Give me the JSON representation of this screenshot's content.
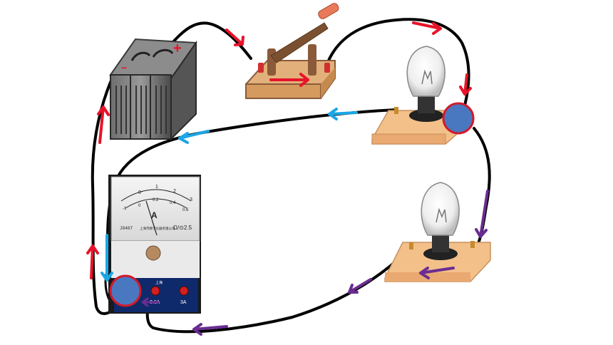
{
  "ammeter": {
    "unit_symbol": "A",
    "scale_top": [
      "0",
      "1",
      "2",
      "3"
    ],
    "scale_bottom": [
      "0",
      "0.2",
      "0.4",
      "0.6"
    ],
    "scale_left_neg": "-1",
    "model": "J0407",
    "maker": "上海市教学仪器有限公司",
    "class_mark": "Ω/⊙2.5",
    "terminal_low": "0.6A",
    "terminal_high": "3A",
    "terminal_common": "−",
    "panel_caption": "上海"
  },
  "battery": {
    "plus_mark": "+",
    "minus_mark": "−"
  },
  "colors": {
    "wire": "#000000",
    "arrow_main": "#e8132a",
    "arrow_upper_branch": "#1ba6e6",
    "arrow_lower_branch": "#6a2c91",
    "junction_fill": "#4a78c0",
    "junction_stroke": "#d21a2a",
    "wood": "#f3c08a",
    "switch_handle": "#8a5a3a"
  },
  "icons": {
    "battery": "battery-pack-icon",
    "switch": "knife-switch-icon",
    "bulb": "incandescent-bulb-icon",
    "ammeter": "ammeter-icon"
  }
}
